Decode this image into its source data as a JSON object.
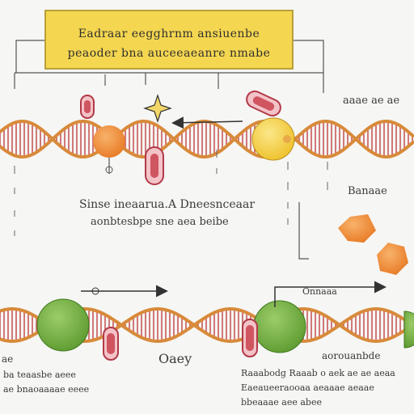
{
  "title": {
    "line1": "Eadraar eegghrnm ansiuenbe",
    "line2": "peaoder bna auceeaeanre nmabe"
  },
  "center_caption": {
    "line1": "Sinse ineaarua.A Dneesnceaar",
    "line2": "aonbtesbpe sne aea beibe"
  },
  "labels": {
    "top_right": "aaae ae ae",
    "mid_right": "Banaae",
    "bottom_mid": "Oaey",
    "bottom_right_header": "aorouanbde",
    "bottom_left_1": "ae",
    "bottom_left_2": "ba teaasbe aeee",
    "bottom_left_3": "ae bnaoaaaae eeee",
    "bottom_right_1": "Raaabodg Raaab o aek ae ae aeaa",
    "bottom_right_2": "Eaeaueeraooaa aeaaae aeaae",
    "bottom_right_3": "bbeaaae aee abee",
    "arrow_label": "Onnaaa"
  },
  "colors": {
    "title_fill": "#f4d650",
    "helix_strand": "#d88a3a",
    "helix_rung": "#c85a5a",
    "sphere_orange": "#ef8c37",
    "sphere_yellow": "#f7d23c",
    "sphere_green": "#6fae3e",
    "capsule_red": "#cf5561"
  }
}
